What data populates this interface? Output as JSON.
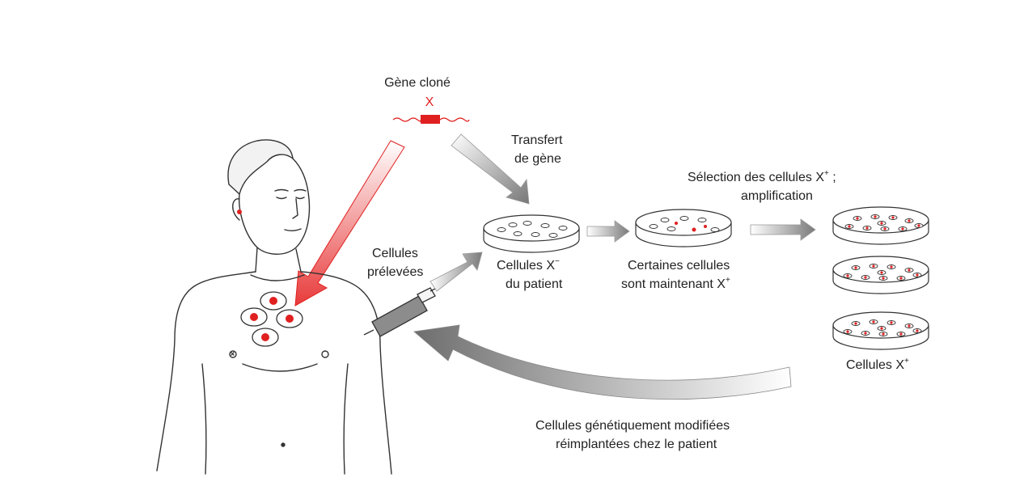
{
  "labels": {
    "gene_title": "Gène cloné",
    "gene_name": "X",
    "transfer_1": "Transfert",
    "transfer_2": "de gène",
    "harvest_1": "Cellules",
    "harvest_2": "prélevées",
    "patient_cells_1": "Cellules X",
    "patient_cells_sup": "−",
    "patient_cells_2": "du patient",
    "some_cells_1": "Certaines cellules",
    "some_cells_2": "sont maintenant X",
    "some_cells_sup": "+",
    "selection_1": "Sélection des cellules X",
    "selection_sup": "+",
    "selection_tail": " ;",
    "selection_2": "amplification",
    "xplus_cells": "Cellules X",
    "xplus_sup": "+",
    "reimplant_1": "Cellules génétiquement modifiées",
    "reimplant_2": "réimplantées chez le patient"
  },
  "colors": {
    "accent_red": "#e02020",
    "arrow_gray": "#9a9a9a",
    "line": "#333333"
  }
}
